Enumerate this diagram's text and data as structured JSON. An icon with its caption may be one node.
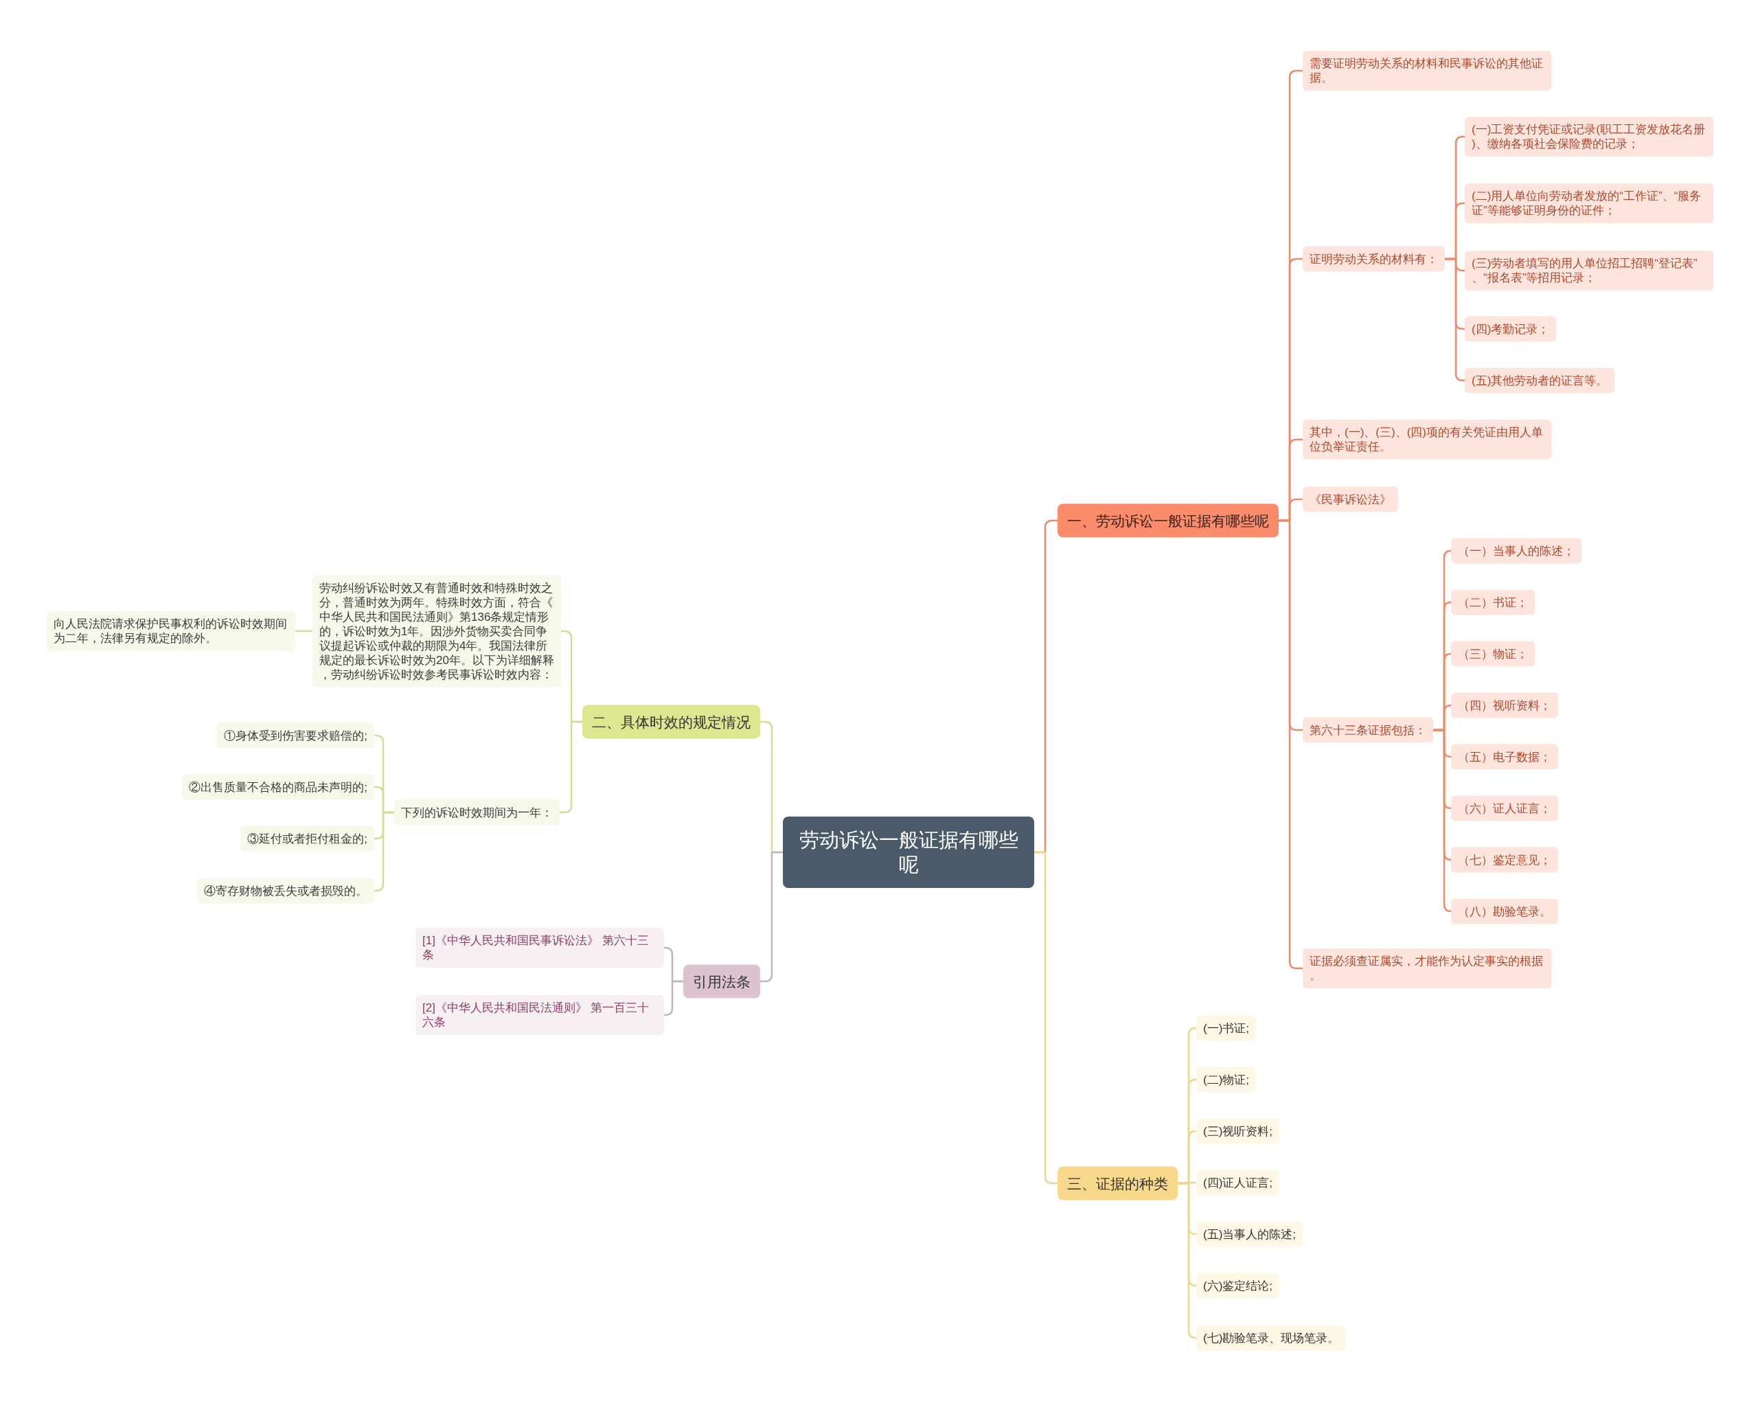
{
  "diagram": {
    "nodes": [
      {
        "text": [
          "劳动诉讼一般证据有哪些呢"
        ]
      },
      {
        "text": [
          "一、劳动诉讼一般证据有哪些呢"
        ]
      },
      {
        "text": [
          "需要证明劳动关系的材料和民事诉讼的其他证据。"
        ]
      },
      {
        "text": [
          "证明劳动关系的材料有："
        ]
      },
      {
        "text": [
          "(一)工资支付凭证或记录(职工工资发放花名册)、缴纳各项社会保险费的记录；"
        ]
      },
      {
        "text": [
          "(二)用人单位向劳动者发放的“工作证”、“服务证”等能够证明身份的证件；"
        ]
      },
      {
        "text": [
          "(三)劳动者填写的用人单位招工招聘“登记表”、“报名表”等招用记录；"
        ]
      },
      {
        "text": [
          "(四)考勤记录；"
        ]
      },
      {
        "text": [
          "(五)其他劳动者的证言等。"
        ]
      },
      {
        "text": [
          "其中，(一)、(三)、(四)项的有关凭证由用人单位负举证责任。"
        ]
      },
      {
        "text": [
          "《民事诉讼法》"
        ]
      },
      {
        "text": [
          "第六十三条证据包括："
        ]
      },
      {
        "text": [
          "（一）当事人的陈述；"
        ]
      },
      {
        "text": [
          "（二）书证；"
        ]
      },
      {
        "text": [
          "（三）物证；"
        ]
      },
      {
        "text": [
          "（四）视听资料；"
        ]
      },
      {
        "text": [
          "（五）电子数据；"
        ]
      },
      {
        "text": [
          "（六）证人证言；"
        ]
      },
      {
        "text": [
          "（七）鉴定意见；"
        ]
      },
      {
        "text": [
          "（八）勘验笔录。"
        ]
      },
      {
        "text": [
          "证据必须查证属实，才能作为认定事实的根据。"
        ]
      },
      {
        "text": [
          "二、具体时效的规定情况"
        ]
      },
      {
        "text": [
          "劳动纠纷诉讼时效又有普通时效和特殊时效之分，普通时效为两年。特殊时效方面，符合《中华人民共和国民法通则》第136条规定情形的，诉讼时效为1年。因涉外货物买卖合同争议提起诉讼或仲裁的期限为4年。我国法律所规定的最长诉讼时效为20年。以下为详细解释，劳动纠纷诉讼时效参考民事诉讼时效内容："
        ]
      },
      {
        "text": [
          "向人民法院请求保护民事权利的诉讼时效期间为二年，法律另有规定的除外。"
        ]
      },
      {
        "text": [
          "下列的诉讼时效期间为一年："
        ]
      },
      {
        "text": [
          "①身体受到伤害要求赔偿的;"
        ]
      },
      {
        "text": [
          "②出售质量不合格的商品未声明的;"
        ]
      },
      {
        "text": [
          "③延付或者拒付租金的;"
        ]
      },
      {
        "text": [
          "④寄存财物被丢失或者损毁的。"
        ]
      },
      {
        "text": [
          "引用法条"
        ]
      },
      {
        "text": [
          "[1]《中华人民共和国民事诉讼法》 第六十三条"
        ]
      },
      {
        "text": [
          "[2]《中华人民共和国民法通则》 第一百三十六条"
        ]
      },
      {
        "text": [
          "三、证据的种类"
        ]
      },
      {
        "text": [
          "(一)书证;"
        ]
      },
      {
        "text": [
          "(二)物证;"
        ]
      },
      {
        "text": [
          "(三)视听资料;"
        ]
      },
      {
        "text": [
          "(四)证人证言;"
        ]
      },
      {
        "text": [
          "(五)当事人的陈述;"
        ]
      },
      {
        "text": [
          "(六)鉴定结论;"
        ]
      },
      {
        "text": [
          "(七)勘验笔录、现场笔录。"
        ]
      }
    ],
    "edges": [
      {
        "from": 0,
        "to": 1,
        "arrow": "none"
      },
      {
        "from": 1,
        "to": 2,
        "arrow": "none"
      },
      {
        "from": 1,
        "to": 3,
        "arrow": "none"
      },
      {
        "from": 3,
        "to": 4,
        "arrow": "none"
      },
      {
        "from": 3,
        "to": 5,
        "arrow": "none"
      },
      {
        "from": 3,
        "to": 6,
        "arrow": "none"
      },
      {
        "from": 3,
        "to": 7,
        "arrow": "none"
      },
      {
        "from": 3,
        "to": 8,
        "arrow": "none"
      },
      {
        "from": 1,
        "to": 9,
        "arrow": "none"
      },
      {
        "from": 1,
        "to": 10,
        "arrow": "none"
      },
      {
        "from": 1,
        "to": 11,
        "arrow": "none"
      },
      {
        "from": 11,
        "to": 12,
        "arrow": "none"
      },
      {
        "from": 11,
        "to": 13,
        "arrow": "none"
      },
      {
        "from": 11,
        "to": 14,
        "arrow": "none"
      },
      {
        "from": 11,
        "to": 15,
        "arrow": "none"
      },
      {
        "from": 11,
        "to": 16,
        "arrow": "none"
      },
      {
        "from": 11,
        "to": 17,
        "arrow": "none"
      },
      {
        "from": 11,
        "to": 18,
        "arrow": "none"
      },
      {
        "from": 11,
        "to": 19,
        "arrow": "none"
      },
      {
        "from": 1,
        "to": 20,
        "arrow": "none"
      },
      {
        "from": 0,
        "to": 21,
        "arrow": "none",
        "color": "#cfdf94"
      },
      {
        "from": 21,
        "to": 22,
        "arrow": "none",
        "color": "#cfdf94"
      },
      {
        "from": 22,
        "to": 23,
        "arrow": "none",
        "color": "#cfdf94"
      },
      {
        "from": 21,
        "to": 24,
        "arrow": "none",
        "color": "#cfdf94"
      },
      {
        "from": 24,
        "to": 25,
        "arrow": "none",
        "color": "#cfdf94"
      },
      {
        "from": 24,
        "to": 26,
        "arrow": "none",
        "color": "#cfdf94"
      },
      {
        "from": 24,
        "to": 27,
        "arrow": "none",
        "color": "#cfdf94"
      },
      {
        "from": 24,
        "to": 28,
        "arrow": "none",
        "color": "#cfdf94"
      },
      {
        "from": 0,
        "to": 29,
        "arrow": "none",
        "color": "#cbb1bf"
      },
      {
        "from": 29,
        "to": 30,
        "arrow": "none",
        "color": "#cbb1bf"
      },
      {
        "from": 29,
        "to": 31,
        "arrow": "none",
        "color": "#cbb1bf"
      },
      {
        "from": 0,
        "to": 32,
        "arrow": "none",
        "color": "#f0d68a"
      },
      {
        "from": 32,
        "to": 33,
        "arrow": "none",
        "color": "#f0d68a"
      },
      {
        "from": 32,
        "to": 34,
        "arrow": "none",
        "color": "#f0d68a"
      },
      {
        "from": 32,
        "to": 35,
        "arrow": "none",
        "color": "#f0d68a"
      },
      {
        "from": 32,
        "to": 36,
        "arrow": "none",
        "color": "#f0d68a"
      },
      {
        "from": 32,
        "to": 37,
        "arrow": "none",
        "color": "#f0d68a"
      },
      {
        "from": 32,
        "to": 38,
        "arrow": "none",
        "color": "#f0d68a"
      },
      {
        "from": 32,
        "to": 39,
        "arrow": "none",
        "color": "#f0d68a"
      }
    ]
  }
}
